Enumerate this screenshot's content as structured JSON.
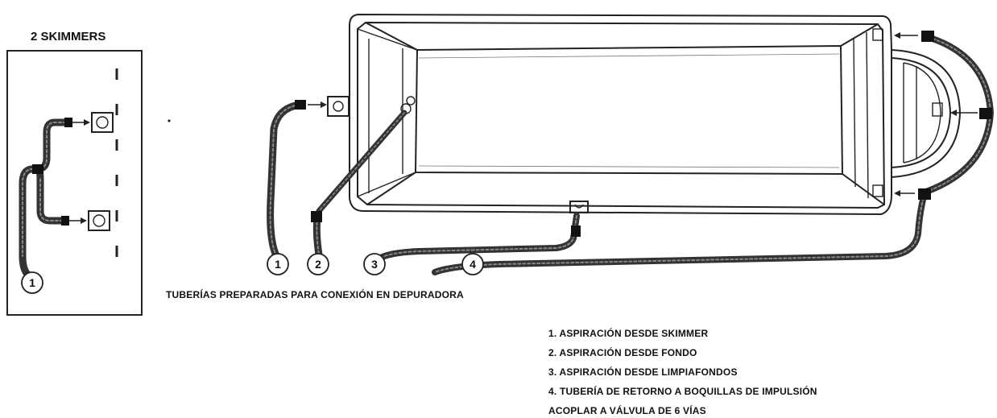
{
  "inset": {
    "title": "2 SKIMMERS",
    "hose_number": "1"
  },
  "hoses": [
    {
      "number": "1"
    },
    {
      "number": "2"
    },
    {
      "number": "3"
    },
    {
      "number": "4"
    }
  ],
  "caption": "TUBERÍAS PREPARADAS PARA CONEXIÓN EN DEPURADORA",
  "legend": [
    "1. ASPIRACIÓN DESDE SKIMMER",
    "2. ASPIRACIÓN DESDE FONDO",
    "3. ASPIRACIÓN DESDE LIMPIAFONDOS",
    "4. TUBERÍA DE RETORNO A BOQUILLAS DE IMPULSIÓN",
    "ACOPLAR A VÁLVULA DE 6 VÍAS"
  ]
}
